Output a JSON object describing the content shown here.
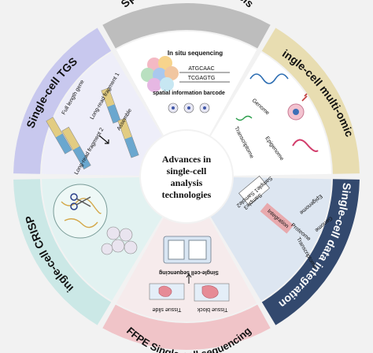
{
  "center": {
    "lines": [
      "Advances in",
      "single-cell",
      "analysis",
      "technologies"
    ]
  },
  "sections": {
    "spatial": {
      "title": "Spatial single-cell analysis",
      "sub_title": "In situ sequencing",
      "seq1": "ATGCAAC",
      "seq2": "TCGAGTG",
      "barcode": "spatial information barcode"
    },
    "multiomics": {
      "title": "Single-cell multi-omics",
      "genome": "Genome",
      "transcriptome": "Transcriptome",
      "epigenome": "Epigenome"
    },
    "integration": {
      "title": "Single-cell data integration",
      "sample_a": "Sample1 Sample2",
      "sample_b": "Sample3",
      "integration": "Integration",
      "epigenome": "Epigenome",
      "genome": "Genome",
      "proteome": "Proteome",
      "transcriptome": "Transcriptome"
    },
    "ffpe": {
      "title": "FFPE Single-cell sequencing",
      "seq_label": "Single-cell sequencing",
      "tissue_slide": "Tissue slide",
      "tissue_block": "Tissue block"
    },
    "crispr": {
      "title": "Single-cell CRISPR"
    },
    "tgs": {
      "title": "Single-cell TGS",
      "full_length": "Full length gene",
      "longread1": "Long-read fragment 1",
      "longread2": "Long-read fragment 2",
      "assemble": "Assemble"
    }
  },
  "colors": {
    "spatial": "#bdbdbd",
    "multiomics": "#e8ddb1",
    "integration": "#33496e",
    "integration_panel": "#dde6f1",
    "ffpe": "#f0c4c8",
    "ffpe_panel": "#f6ebec",
    "crispr": "#cbe8e6",
    "crispr_panel": "#e2f2f1",
    "tgs": "#c8c8ee",
    "tgs_panel": "#eeeef9"
  }
}
